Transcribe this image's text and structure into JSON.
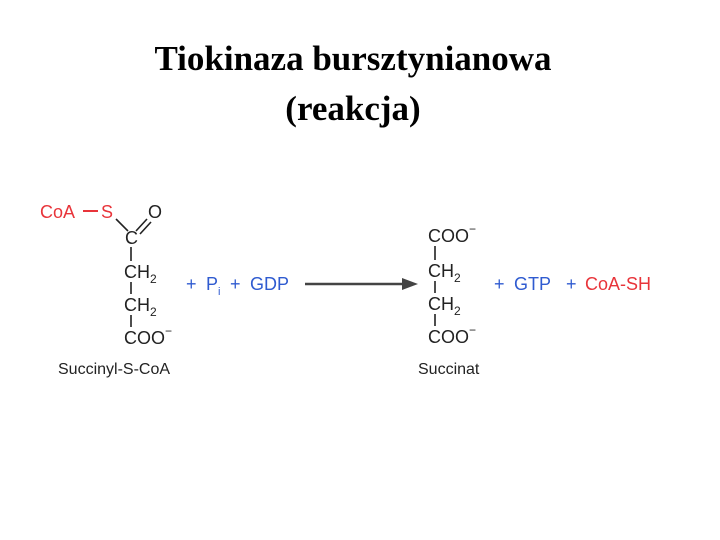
{
  "title": {
    "line1": "Tiokinaza bursztynianowa",
    "line2": "(reakcja)"
  },
  "colors": {
    "text": "#000000",
    "reagent_red": "#e8343a",
    "reagent_blue": "#2f5bd0",
    "structure": "#222222",
    "arrow": "#444444"
  },
  "reaction": {
    "substrate": {
      "coa": "CoA",
      "s": "S",
      "o": "O",
      "c": "C",
      "ch": "CH",
      "sub2": "2",
      "coo": "COO",
      "minus": "−",
      "name": "Succinyl-S-CoA"
    },
    "plus": "+",
    "phosphate": "P",
    "phosphate_sub": "i",
    "gdp": "GDP",
    "product": {
      "coo": "COO",
      "minus": "−",
      "ch": "CH",
      "sub2": "2",
      "name": "Succinat"
    },
    "gtp": "GTP",
    "coa_sh": "CoA-SH"
  }
}
